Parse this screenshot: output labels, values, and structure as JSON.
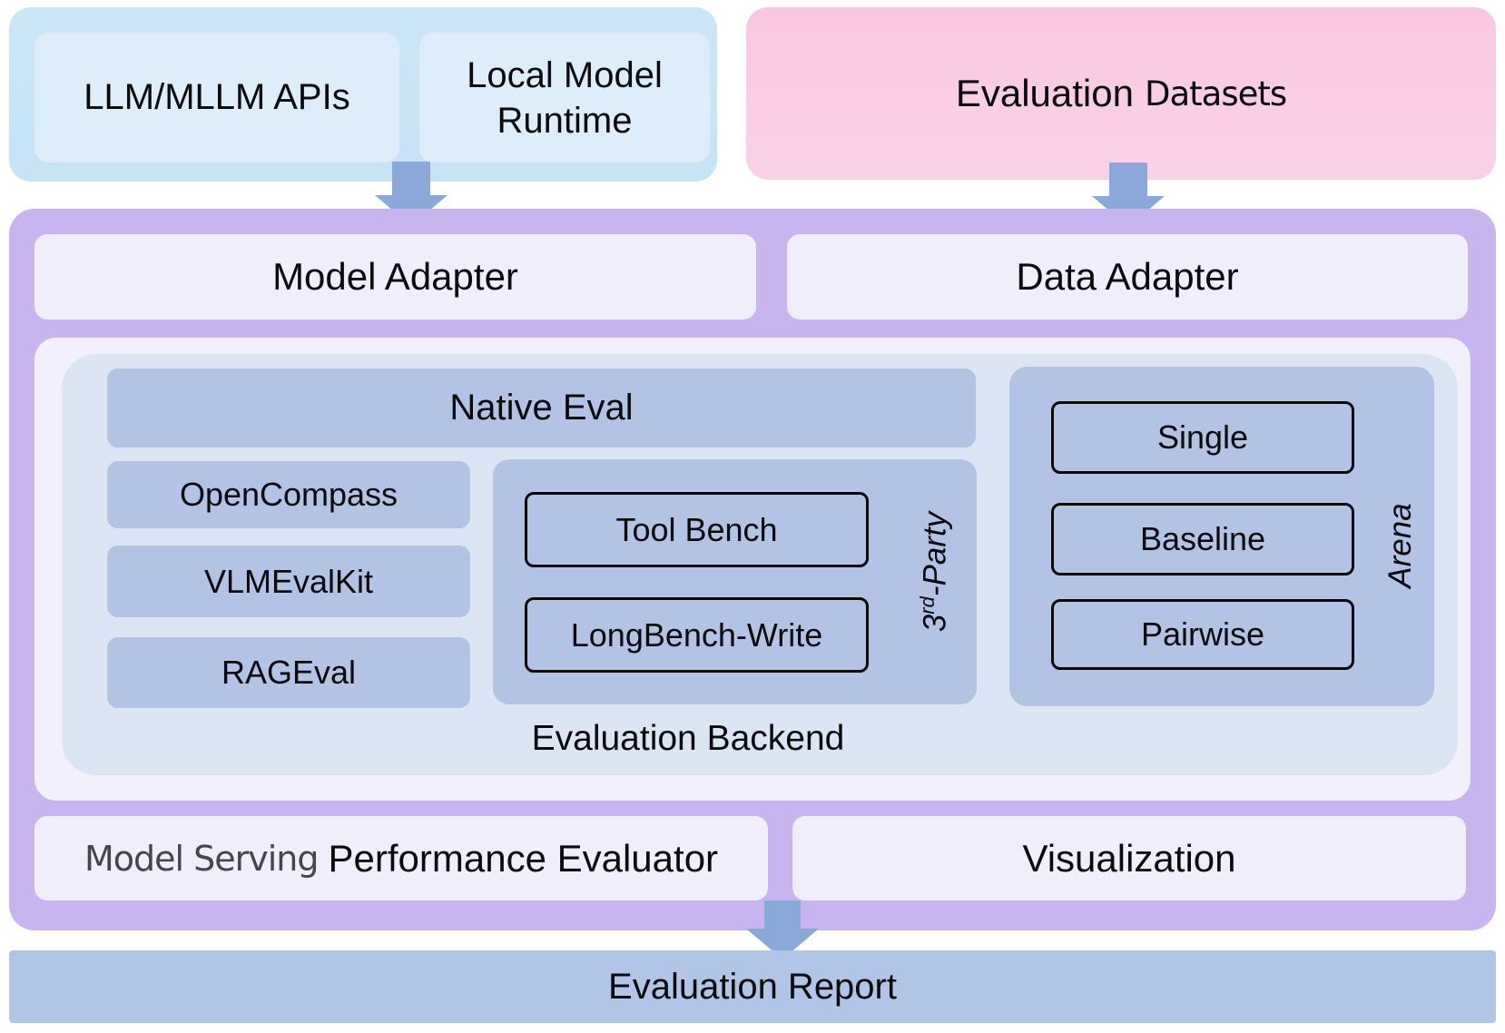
{
  "top": {
    "model_sources": {
      "api_label": "LLM/MLLM APIs",
      "local_runtime_label": "Local Model Runtime"
    },
    "datasets": {
      "label_primary": "Evaluation",
      "label_secondary": "Datasets"
    }
  },
  "framework": {
    "model_adapter_label": "Model Adapter",
    "data_adapter_label": "Data Adapter",
    "backend": {
      "native_eval_label": "Native Eval",
      "native_tools": [
        "OpenCompass",
        "VLMEvalKit",
        "RAGEval"
      ],
      "third_party": {
        "label_prefix": "3",
        "label_sup": "rd",
        "label_rest": "-Party",
        "items": [
          "Tool Bench",
          "LongBench-Write"
        ]
      },
      "arena": {
        "label": "Arena",
        "items": [
          "Single",
          "Baseline",
          "Pairwise"
        ]
      },
      "caption": "Evaluation Backend"
    },
    "perf_evaluator": {
      "label_primary": "Model Serving",
      "label_secondary": "Performance Evaluator"
    },
    "visualization_label": "Visualization"
  },
  "report": {
    "label": "Evaluation Report"
  },
  "colors": {
    "source_container": "#c9e5f6",
    "source_box": "#ddeefa",
    "datasets_pink": "#f9c8e0",
    "framework_purple": "#c8b5f0",
    "adapter_lavender": "#f1eefb",
    "backend_outer": "#f2f0fc",
    "backend_inner": "#dbe5f4",
    "module_blue": "#b2c3e4",
    "report_blue": "#b1c5e6",
    "arrow_blue": "#8aa9d8",
    "outline_black": "#0a0a0a",
    "text_black": "#0b0b0e",
    "text_gray": "#45454b"
  }
}
